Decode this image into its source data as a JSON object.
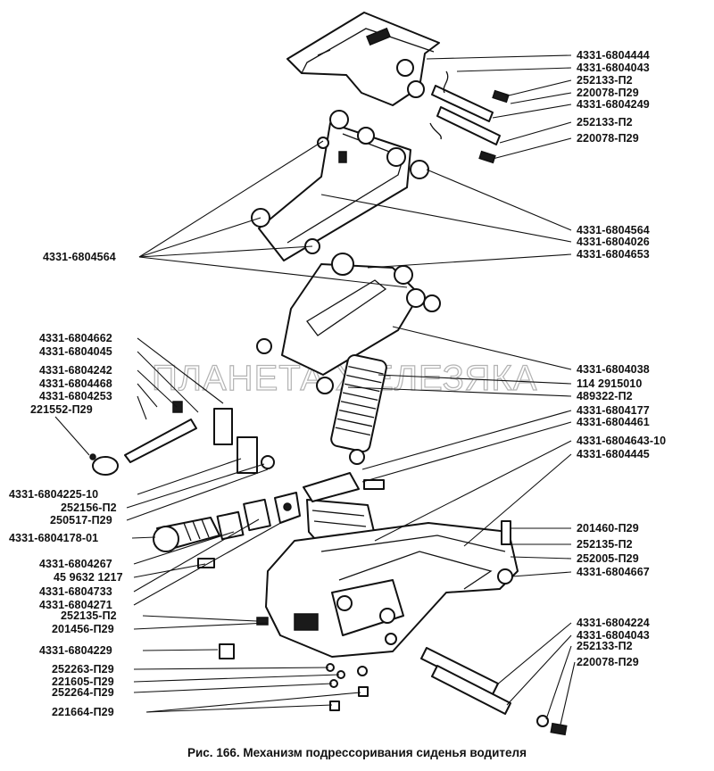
{
  "watermark": "ПЛАНЕТА ЖЕЛЕЗЯКА",
  "caption": "Рис. 166. Механизм подрессоривания сиденья водителя",
  "right_labels": [
    "4331-6804444",
    "4331-6804043",
    "252133-П2",
    "220078-П29",
    "4331-6804249",
    "252133-П2",
    "220078-П29",
    "4331-6804564",
    "4331-6804026",
    "4331-6804653",
    "4331-6804038",
    "114 2915010",
    "489322-П2",
    "4331-6804177",
    "4331-6804461",
    "4331-6804643-10",
    "4331-6804445",
    "201460-П29",
    "252135-П2",
    "252005-П29",
    "4331-6804667",
    "4331-6804224",
    "4331-6804043",
    "252133-П2",
    "220078-П29"
  ],
  "left_labels": [
    "4331-6804564",
    "4331-6804662",
    "4331-6804045",
    "4331-6804242",
    "4331-6804468",
    "4331-6804253",
    "221552-П29",
    "4331-6804225-10",
    "252156-П2",
    "250517-П29",
    "4331-6804178-01",
    "4331-6804267",
    "45 9632 1217",
    "4331-6804733",
    "4331-6804271",
    "252135-П2",
    "201456-П29",
    "4331-6804229",
    "252263-П29",
    "221605-П29",
    "252264-П29",
    "221664-П29"
  ]
}
